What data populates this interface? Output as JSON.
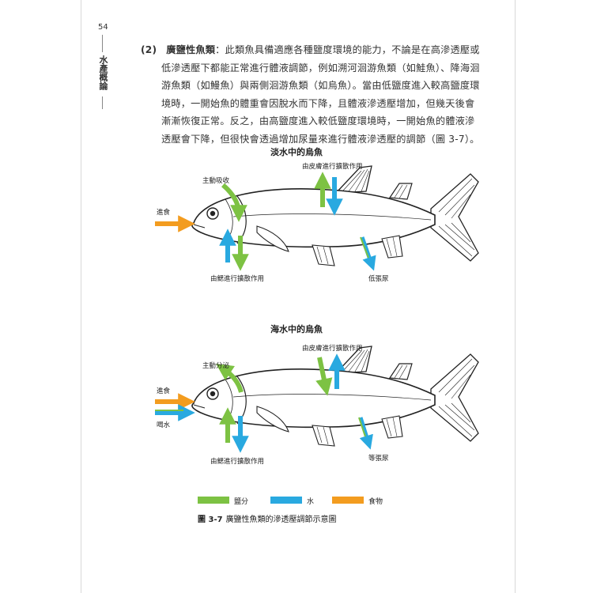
{
  "page": {
    "number": "54",
    "side_title": "水產概論"
  },
  "paragraph": {
    "number": "(2)",
    "term": "廣鹽性魚類",
    "lines": [
      "：此類魚具備適應各種鹽度環境的能力，不論是在高滲透壓或",
      "低滲透壓下都能正常進行體液調節，例如溯河洄游魚類（如鮭魚）、降海洄",
      "游魚類（如鰻魚）與兩側洄游魚類（如烏魚）。當由低鹽度進入較高鹽度環",
      "境時，一開始魚的體重會因脫水而下降，且體液滲透壓增加，但幾天後會",
      "漸漸恢復正常。反之，由高鹽度進入較低鹽度環境時，一開始魚的體液滲",
      "透壓會下降，但很快會透過增加尿量來進行體液滲透壓的調節（圖 3-7）。"
    ]
  },
  "figure_top": {
    "title": "淡水中的烏魚",
    "skin_label": "由皮膚進行擴散作用",
    "active_label": "主動吸收",
    "food_label": "進食",
    "gill_label": "由鰓進行擴散作用",
    "urine_label": "低張尿"
  },
  "figure_bottom": {
    "title": "海水中的烏魚",
    "skin_label": "由皮膚進行擴散作用",
    "active_label": "主動分泌",
    "food_label": "進食",
    "drink_label": "喝水",
    "gill_label": "由鰓進行擴散作用",
    "urine_label": "等張尿"
  },
  "legend": [
    {
      "label": "鹽分",
      "color": "#7dc243"
    },
    {
      "label": "水",
      "color": "#29a9e0"
    },
    {
      "label": "食物",
      "color": "#f39c1f"
    }
  ],
  "caption": {
    "number": "圖 3-7",
    "text": "廣鹽性魚類的滲透壓調節示意圖"
  },
  "colors": {
    "salt": "#7dc243",
    "water": "#29a9e0",
    "food": "#f39c1f"
  }
}
